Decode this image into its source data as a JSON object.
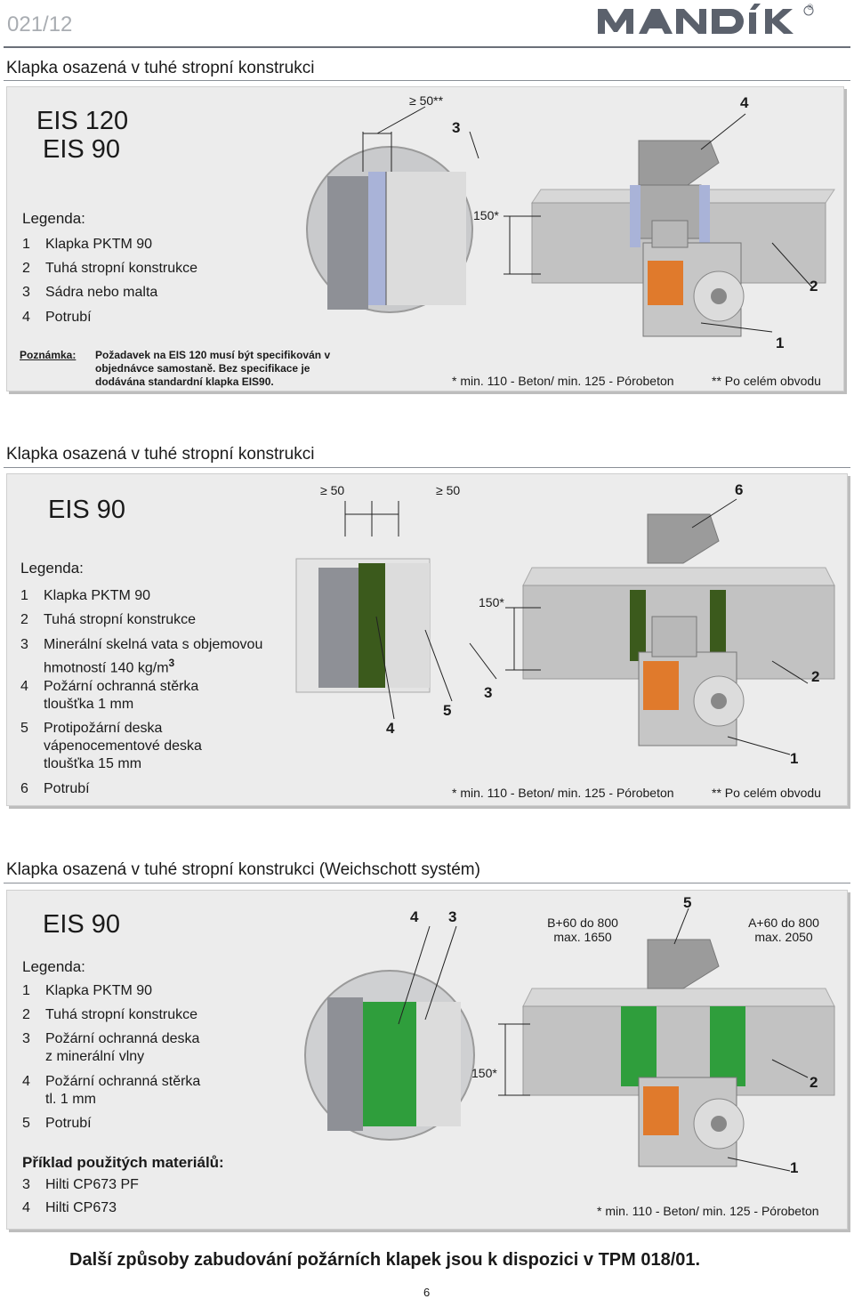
{
  "header": {
    "page_code": "021/12",
    "logo_text": "MANDÍK",
    "logo_mark": "®"
  },
  "sections": [
    {
      "title": "Klapka osazená v tuhé stropní konstrukci",
      "eis": [
        "EIS 120",
        "EIS 90"
      ],
      "legend_title": "Legenda:",
      "legend": [
        {
          "n": "1",
          "t": "Klapka PKTM 90"
        },
        {
          "n": "2",
          "t": "Tuhá stropní konstrukce"
        },
        {
          "n": "3",
          "t": "Sádra nebo malta"
        },
        {
          "n": "4",
          "t": "Potrubí"
        }
      ],
      "note_label": "Poznámka:",
      "note_lines": [
        "Požadavek na EIS 120 musí být specifikován v",
        "objednávce samostaně. Bez specifikace je",
        "dodávána standardní klapka EIS90."
      ],
      "dims": {
        "gap": "≥ 50**",
        "height": "150*"
      },
      "callouts": {
        "c3": "3",
        "c4": "4",
        "c2": "2",
        "c1": "1"
      },
      "foot_left": "* min. 110 - Beton/ min. 125 - Pórobeton",
      "foot_right": "** Po celém obvodu"
    },
    {
      "title": "Klapka osazená v tuhé stropní konstrukci",
      "eis": [
        "EIS 90"
      ],
      "legend_title": "Legenda:",
      "legend": [
        {
          "n": "1",
          "t": "Klapka PKTM 90"
        },
        {
          "n": "2",
          "t": "Tuhá stropní konstrukce"
        },
        {
          "n": "3",
          "t": "Minerální skelná vata s objemovou",
          "t2": "hmotností 140 kg/m",
          "sup": "3"
        },
        {
          "n": "4",
          "t": "Požární ochranná stěrka",
          "t2": "tloušťka 1 mm"
        },
        {
          "n": "5",
          "t": "Protipožární deska",
          "t2": "vápenocementové deska",
          "t3": "tloušťka 15 mm"
        },
        {
          "n": "6",
          "t": "Potrubí"
        }
      ],
      "dims": {
        "gap1": "≥ 50",
        "gap2": "≥ 50",
        "height": "150*"
      },
      "callouts": {
        "c6": "6",
        "c4": "4",
        "c5": "5",
        "c3": "3",
        "c2": "2",
        "c1": "1"
      },
      "foot_left": "* min. 110 - Beton/ min. 125 - Pórobeton",
      "foot_right": "** Po celém obvodu"
    },
    {
      "title": "Klapka osazená v tuhé stropní konstrukci (Weichschott systém)",
      "eis": [
        "EIS 90"
      ],
      "legend_title": "Legenda:",
      "legend": [
        {
          "n": "1",
          "t": "Klapka PKTM 90"
        },
        {
          "n": "2",
          "t": "Tuhá stropní konstrukce"
        },
        {
          "n": "3",
          "t": "Požární ochranná deska",
          "t2": "z minerální vlny"
        },
        {
          "n": "4",
          "t": "Požární ochranná stěrka",
          "t2": "tl. 1 mm"
        },
        {
          "n": "5",
          "t": "Potrubí"
        }
      ],
      "example_title": "Příklad použitých materiálů:",
      "examples": [
        {
          "n": "3",
          "t": "Hilti CP673 PF"
        },
        {
          "n": "4",
          "t": "Hilti CP673"
        }
      ],
      "dims": {
        "b_line1": "B+60 do 800",
        "b_line2": "max. 1650",
        "a_line1": "A+60 do 800",
        "a_line2": "max. 2050",
        "height": "150*"
      },
      "callouts": {
        "c4": "4",
        "c3": "3",
        "c5": "5",
        "c2": "2",
        "c1": "1"
      },
      "foot_left": "* min. 110 - Beton/ min. 125 - Pórobeton"
    }
  ],
  "bottom_note": "Další způsoby zabudování požárních klapek jsou k dispozici v TPM 018/01.",
  "page_number": "6"
}
